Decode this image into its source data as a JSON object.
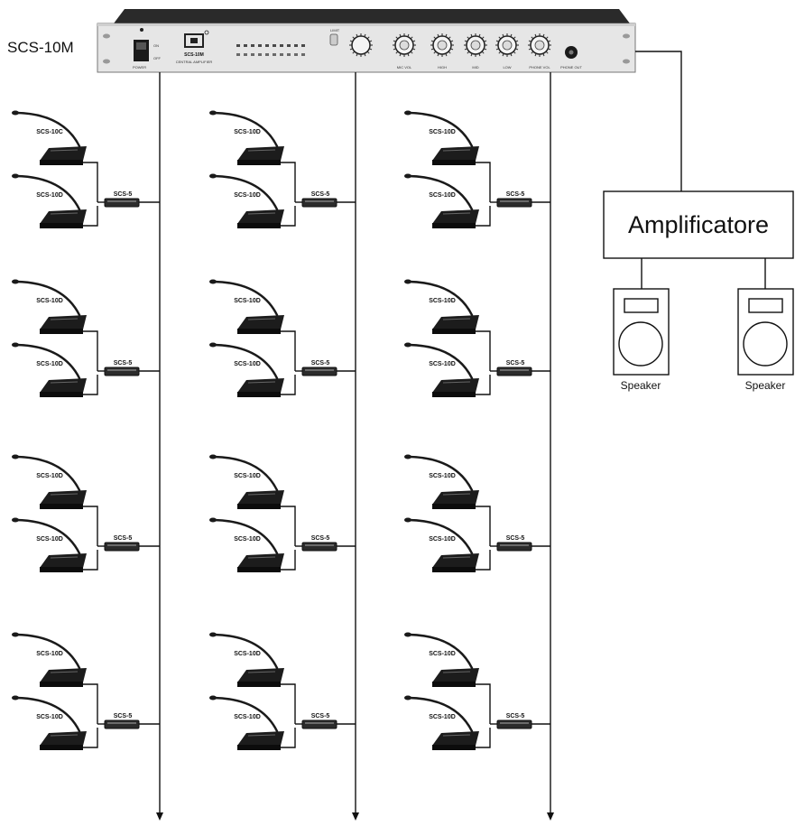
{
  "central_unit": {
    "model_label": "SCS-10M",
    "faceplate_model": "SCS-10M",
    "faceplate_subtitle": "CENTRAL AMPLIFIER",
    "power_label": "POWER",
    "switch_on": "ON",
    "switch_off": "OFF",
    "knob_labels": [
      "MIC VOL",
      "HIGH",
      "MID",
      "LOW",
      "PHONE VOL"
    ],
    "phone_out_label": "PHONE OUT",
    "limit_label": "LIMIT"
  },
  "amplifier": {
    "label": "Amplificatore"
  },
  "speakers": [
    {
      "label": "Speaker"
    },
    {
      "label": "Speaker"
    }
  ],
  "columns": [
    {
      "groups": [
        {
          "box": "SCS-5",
          "mics": [
            "SCS-10C",
            "SCS-10D"
          ]
        },
        {
          "box": "SCS-5",
          "mics": [
            "SCS-10D",
            "SCS-10D"
          ]
        },
        {
          "box": "SCS-5",
          "mics": [
            "SCS-10D",
            "SCS-10D"
          ]
        },
        {
          "box": "SCS-5",
          "mics": [
            "SCS-10D",
            "SCS-10D"
          ]
        }
      ]
    },
    {
      "groups": [
        {
          "box": "SCS-5",
          "mics": [
            "SCS-10D",
            "SCS-10D"
          ]
        },
        {
          "box": "SCS-5",
          "mics": [
            "SCS-10D",
            "SCS-10D"
          ]
        },
        {
          "box": "SCS-5",
          "mics": [
            "SCS-10D",
            "SCS-10D"
          ]
        },
        {
          "box": "SCS-5",
          "mics": [
            "SCS-10D",
            "SCS-10D"
          ]
        }
      ]
    },
    {
      "groups": [
        {
          "box": "SCS-5",
          "mics": [
            "SCS-10D",
            "SCS-10D"
          ]
        },
        {
          "box": "SCS-5",
          "mics": [
            "SCS-10D",
            "SCS-10D"
          ]
        },
        {
          "box": "SCS-5",
          "mics": [
            "SCS-10D",
            "SCS-10D"
          ]
        },
        {
          "box": "SCS-5",
          "mics": [
            "SCS-10D",
            "SCS-10D"
          ]
        }
      ]
    }
  ]
}
